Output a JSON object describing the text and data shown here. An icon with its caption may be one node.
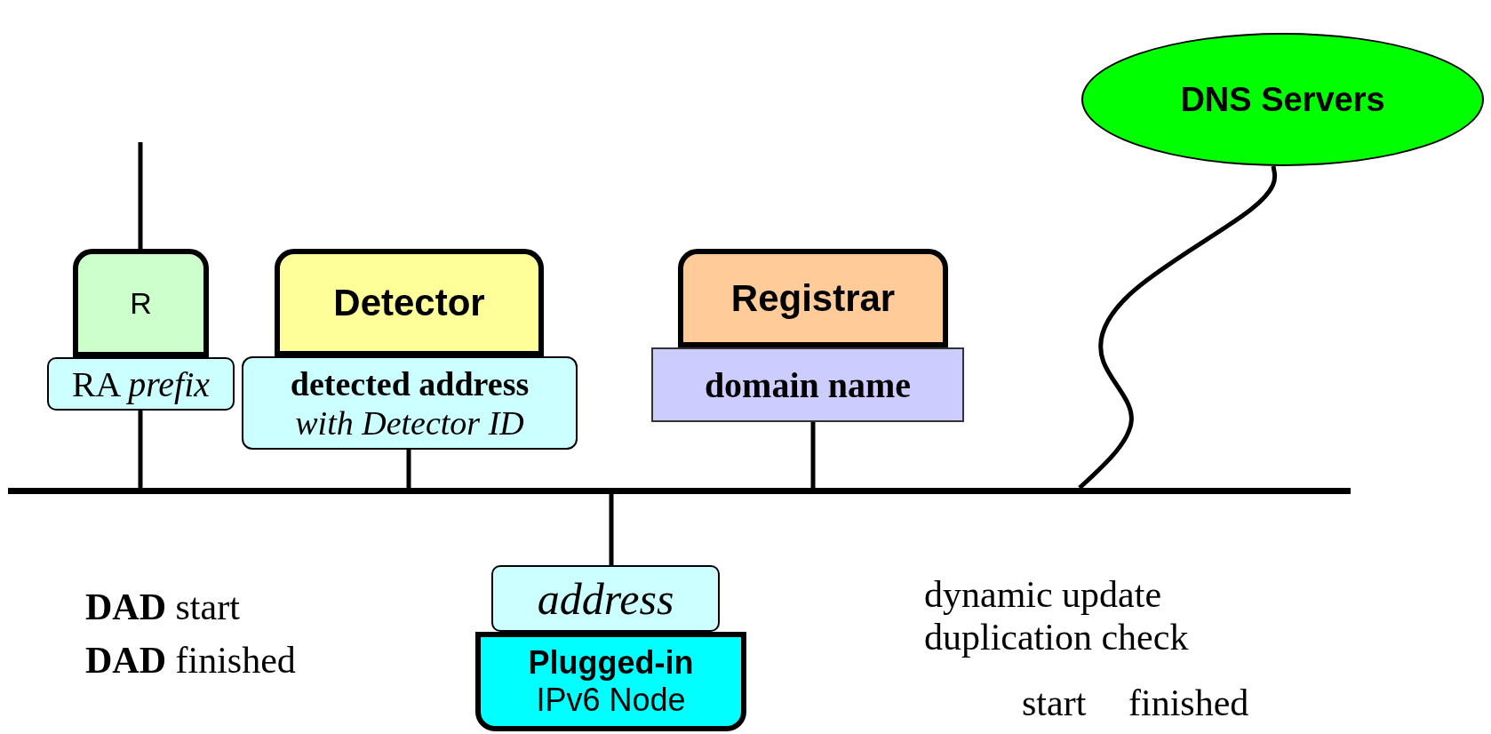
{
  "diagram": {
    "nodes": [
      {
        "text": [
          "DNS Servers"
        ]
      },
      {
        "text": [
          "R"
        ]
      },
      {
        "text": [
          "RA *prefix*"
        ]
      },
      {
        "text": [
          "Detector"
        ]
      },
      {
        "text": [
          "detected address",
          "with Detector ID"
        ]
      },
      {
        "text": [
          "Registrar"
        ]
      },
      {
        "text": [
          "domain name"
        ]
      },
      {
        "text": [],
        "shape": "bar"
      },
      {
        "text": [
          "Plugged-in",
          "IPv6 Node"
        ]
      },
      {
        "text": [
          "address"
        ]
      }
    ],
    "edges": [
      {
        "from": 1,
        "to": null,
        "arrow": "none"
      },
      {
        "from": 7,
        "to": 2,
        "arrow": "none"
      },
      {
        "from": 7,
        "to": 4,
        "arrow": "none"
      },
      {
        "from": 7,
        "to": 6,
        "arrow": "none"
      },
      {
        "from": 7,
        "to": 9,
        "arrow": "none"
      },
      {
        "from": 7,
        "to": 0,
        "arrow": "none"
      }
    ],
    "labels": [
      "**DAD** start",
      "**DAD** finished",
      "dynamic update",
      "duplication check",
      "start",
      "finished"
    ]
  }
}
